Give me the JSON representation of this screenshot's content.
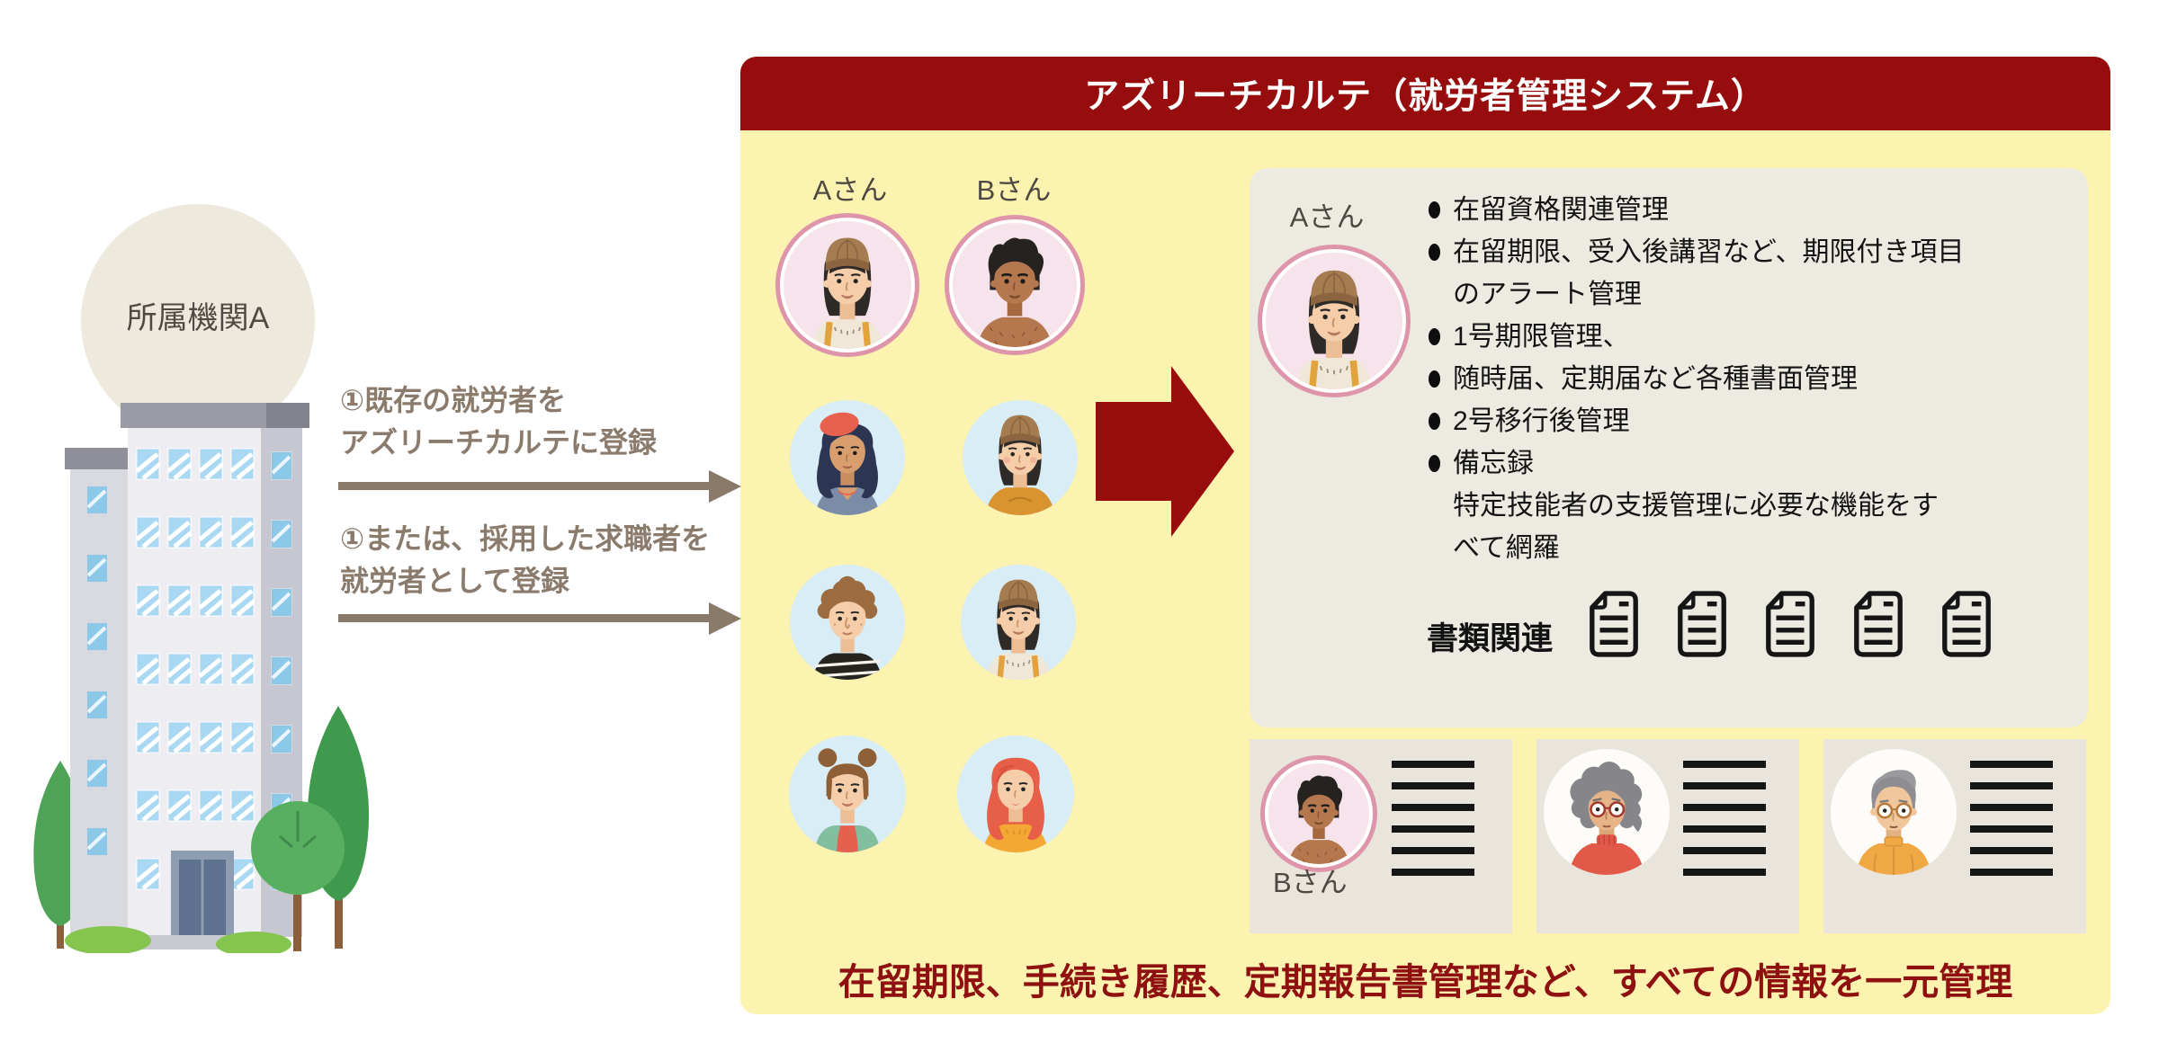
{
  "header": {
    "title": "アズリーチカルテ（就労者管理システム）"
  },
  "organization": {
    "label": "所属機関A"
  },
  "flow": {
    "register_existing": {
      "line1": "①既存の就労者を",
      "line2": "アズリーチカルテに登録"
    },
    "register_new": {
      "line1": "①または、採用した求職者を",
      "line2": "就労者として登録"
    }
  },
  "workers": {
    "a_label": "Aさん",
    "b_label": "Bさん"
  },
  "detail_panel": {
    "person_label": "Aさん",
    "feature_lines": [
      {
        "bullet": true,
        "text": "在留資格関連管理"
      },
      {
        "bullet": true,
        "text": "在留期限、受入後講習など、期限付き項目"
      },
      {
        "bullet": false,
        "text": "のアラート管理"
      },
      {
        "bullet": true,
        "text": "1号期限管理、"
      },
      {
        "bullet": true,
        "text": "随時届、定期届など各種書面管理"
      },
      {
        "bullet": true,
        "text": "2号移行後管理"
      },
      {
        "bullet": true,
        "text": "備忘録"
      },
      {
        "bullet": false,
        "text": "特定技能者の支援管理に必要な機能をす"
      },
      {
        "bullet": false,
        "text": "べて網羅"
      }
    ],
    "documents_label": "書類関連",
    "document_count": 5
  },
  "record_cards": {
    "b_label": "Bさん"
  },
  "footer": {
    "message": "在留期限、手続き履歴、定期報告書管理など、すべての情報を一元管理"
  },
  "colors": {
    "accent_red": "#970D0D",
    "panel_yellow": "#FCF3B1",
    "box_beige": "#EDEAE1",
    "card_beige": "#E9E5DC",
    "arrow_brown": "#8A7A6A",
    "pink_border": "#DE95AA",
    "pink_fill": "#F7E3EB",
    "blue_fill": "#D8EDF5"
  }
}
